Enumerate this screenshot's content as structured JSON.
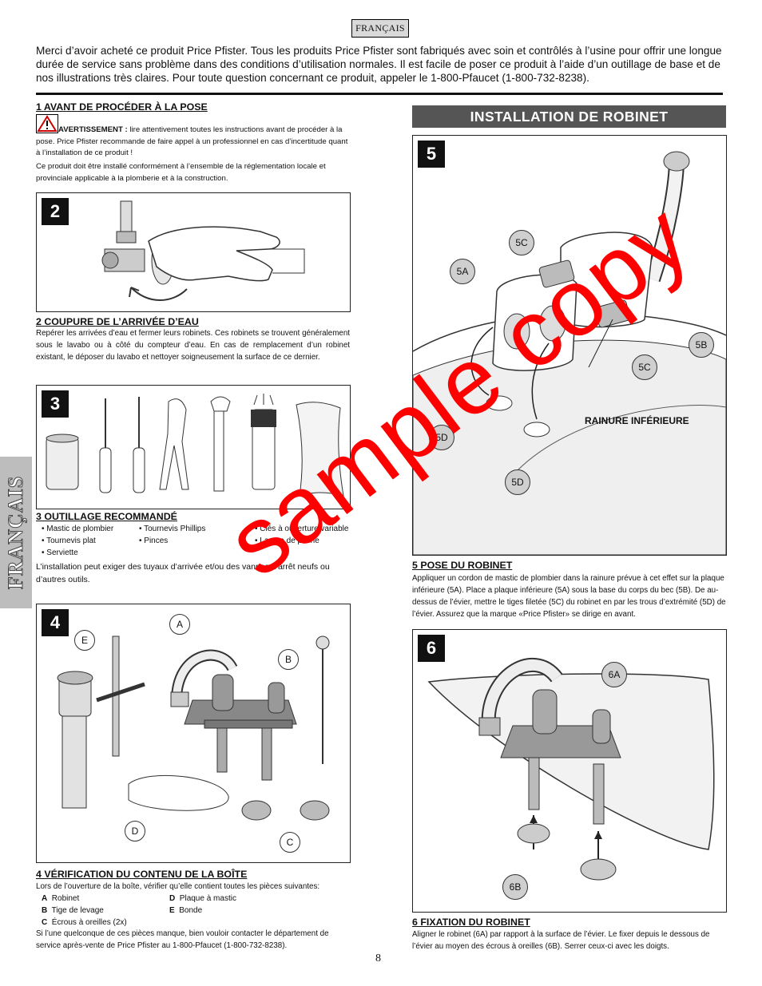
{
  "header": {
    "language_badge": "FRANÇAIS"
  },
  "intro_text": "Merci d’avoir acheté ce produit Price Pfister. Tous les produits Price Pfister sont fabriqués avec soin et contrôlés à l’usine pour offrir une longue durée de service sans problème dans des conditions d’utilisation normales. Il est facile de poser ce produit à l’aide d’un outillage de base et de nos illustrations très claires. Pour toute question concernant ce produit, appeler le 1-800-Pfaucet (1-800-732-8238).",
  "side_tab": "FRANÇAIS",
  "section1": {
    "title": "1  AVANT DE PROCÉDER À LA POSE",
    "warning_label": "AVERTISSEMENT :",
    "warning_text": " lire attentivement toutes les instructions avant de procéder à la pose. Price Pfister recommande de faire appel à un professionnel en cas d’incertitude quant à l’installation de ce produit !",
    "compliance_text": "Ce produit doit être installé conformément à l’ensemble de la réglementation locale et provinciale applicable à la plomberie et à la construction."
  },
  "figures": {
    "fig2": "2",
    "fig3": "3",
    "fig4": "4",
    "fig5": "5",
    "fig6": "6"
  },
  "section2": {
    "title": "2  COUPURE DE L’ARRIVÉE D’EAU",
    "text": "Repérer les arrivées d’eau et fermer leurs robinets. Ces robinets se trouvent généralement sous le lavabo ou à côté du compteur d’eau. En cas de remplacement d’un robinet existant, le déposer du lavabo et nettoyer soigneusement la surface de ce dernier."
  },
  "section3": {
    "title": "3  OUTILLAGE RECOMMANDÉ",
    "tools": [
      "• Mastic de plombier",
      "• Tournevis Phillips",
      "• Clés à ouverture variable",
      "• Tournevis plat",
      "• Pinces",
      "• Lampe de poche",
      "• Serviette",
      "",
      ""
    ],
    "note": "L’installation peut exiger des tuyaux d’arrivée et/ou des vannes d’arrêt neufs ou d’autres outils."
  },
  "section4": {
    "title": "4  VÉRIFICATION DU CONTENU DE LA BOÎTE",
    "intro": "Lors de l’ouverture de la boîte, vérifier qu’elle contient toutes les pièces suivantes:",
    "parts": [
      {
        "letter": "A",
        "name": "Robinet"
      },
      {
        "letter": "D",
        "name": "Plaque à mastic"
      },
      {
        "letter": "B",
        "name": "Tige de levage"
      },
      {
        "letter": "E",
        "name": "Bonde"
      },
      {
        "letter": "C",
        "name": "Écrous à oreilles (2x)"
      }
    ],
    "footer": "Si l’une quelconque de ces pièces manque, bien vouloir contacter le département de service après-vente de Price Pfister au 1-800-Pfaucet (1-800-732-8238).",
    "callouts": {
      "a": "A",
      "b": "B",
      "c": "C",
      "d": "D",
      "e": "E"
    }
  },
  "install_header": "INSTALLATION DE ROBINET",
  "section5": {
    "title": "5  POSE DU ROBINET",
    "text": "Appliquer un cordon de mastic de plombier dans la rainure prévue à cet effet sur la plaque inférieure (5A). Place a plaque inférieure (5A) sous la base du corps du bec (5B). De au-dessus de l’évier, mettre le tiges filetée (5C) du robinet en par les trous d’extrémité (5D) de l’évier. Assurez que la marque «Price Pfister» se dirige en avant.",
    "label_groove": "RAINURE INFÉRIEURE",
    "callouts": {
      "a": "5A",
      "b": "5B",
      "c": "5C",
      "d": "5D"
    }
  },
  "section6": {
    "title": "6  FIXATION DU ROBINET",
    "text": "Aligner le robinet (6A) par rapport à la surface de l’évier. Le fixer depuis le dessous de l’évier au moyen des écrous à oreilles (6B). Serrer ceux-ci avec les doigts.",
    "callouts": {
      "a": "6A",
      "b": "6B"
    }
  },
  "watermark": "sample copy",
  "page_number": "8"
}
